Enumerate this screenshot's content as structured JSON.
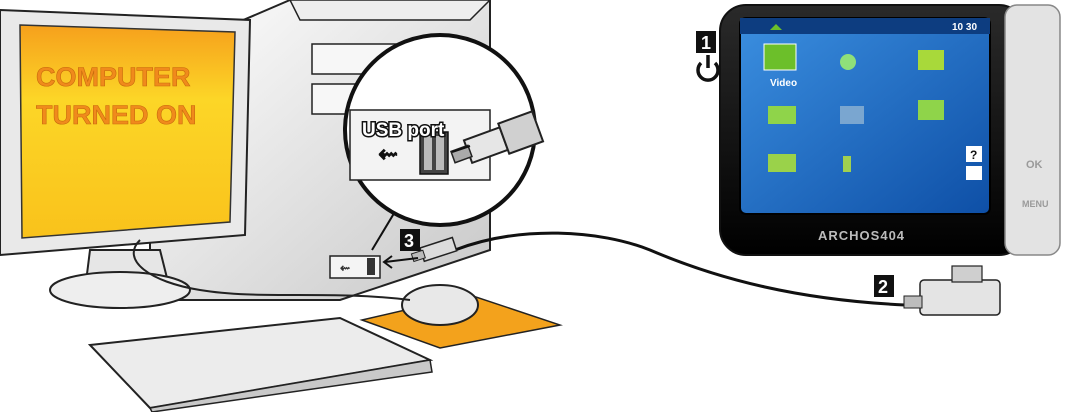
{
  "screen_text": {
    "line1": "COMPUTER",
    "line2": "TURNED ON"
  },
  "usb_port_label": "USB port",
  "steps": {
    "power": "1",
    "adapter": "2",
    "usb": "3"
  },
  "device": {
    "brand": "ARCHOS404",
    "status_time": "10 30",
    "apps": [
      "Video"
    ],
    "buttons": [
      "OK",
      "MENU"
    ]
  },
  "icons": [
    "power-icon",
    "usb-symbol-icon",
    "video-icon",
    "music-icon",
    "photo-icon",
    "folder-icon",
    "clapper-icon",
    "browser-icon",
    "web-icon",
    "speaker-icon",
    "home-icon",
    "help-icon",
    "volume-icon"
  ],
  "colors": {
    "screen_yellow": "#f6c21a",
    "screen_orange": "#f08a1c",
    "mousepad": "#f3a21c",
    "device_screen": "#1b72c8",
    "step_badge": "#111111"
  }
}
